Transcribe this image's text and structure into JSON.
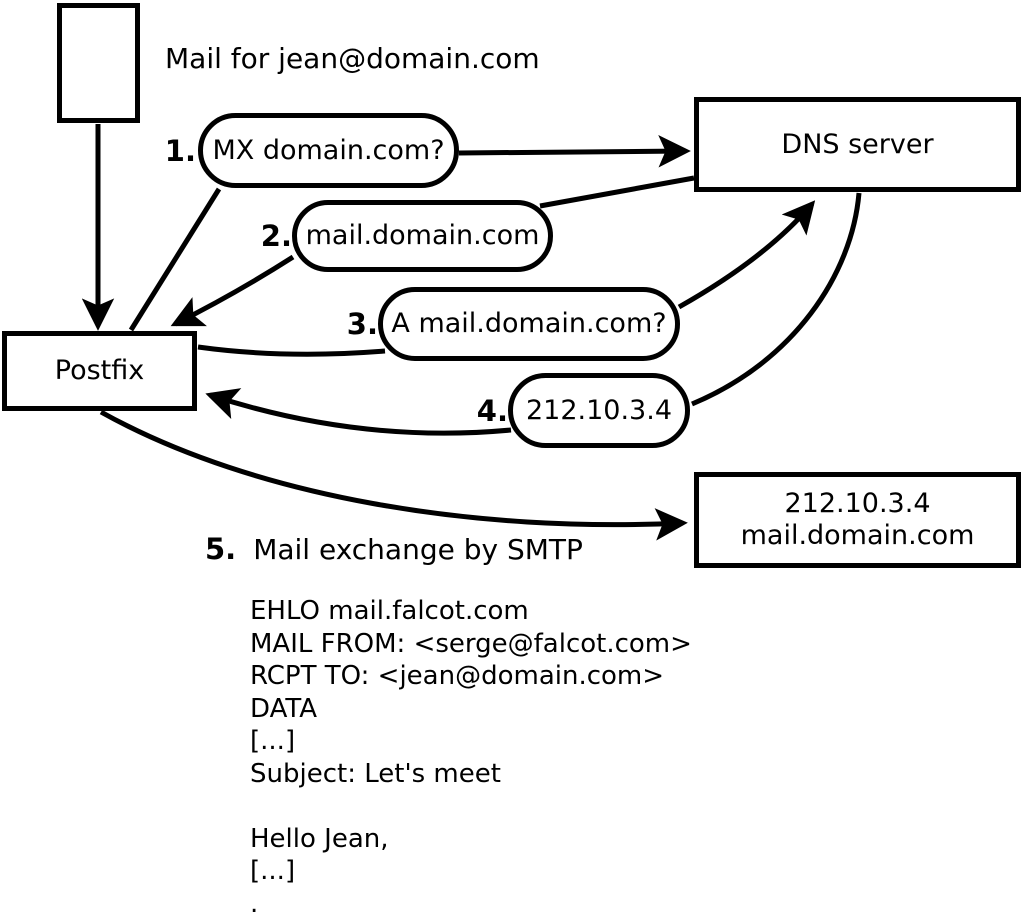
{
  "diagram": {
    "mail_label": "Mail for jean@domain.com",
    "nodes": {
      "postfix": "Postfix",
      "dns": "DNS server",
      "mailserver": {
        "ip": "212.10.3.4",
        "hostname": "mail.domain.com"
      }
    },
    "steps": [
      {
        "num": "1.",
        "label": "MX domain.com?"
      },
      {
        "num": "2.",
        "label": "mail.domain.com"
      },
      {
        "num": "3.",
        "label": "A mail.domain.com?"
      },
      {
        "num": "4.",
        "label": "212.10.3.4"
      },
      {
        "num": "5.",
        "label": "Mail exchange by SMTP"
      }
    ],
    "smtp_session": [
      "EHLO mail.falcot.com",
      "MAIL FROM: <serge@falcot.com>",
      "RCPT TO: <jean@domain.com>",
      "DATA",
      "[...]",
      "Subject: Let's meet",
      "",
      "Hello Jean,",
      "[...]",
      "."
    ],
    "colors": {
      "stroke": "#000000",
      "background": "#ffffff"
    }
  }
}
